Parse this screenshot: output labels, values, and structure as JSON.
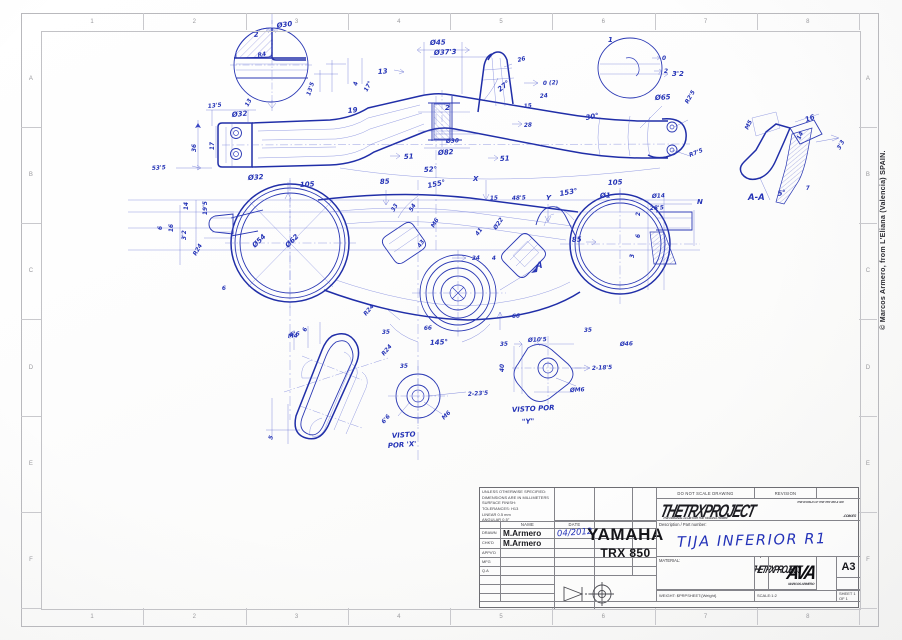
{
  "document": {
    "type": "engineering-drawing",
    "sheet_size": "A3",
    "orientation": "landscape",
    "medium": "hand-drawn ink sketch on printed CAD title-block sheet",
    "ink_color": "#2a38b4",
    "paper_color": "#fdfdfd"
  },
  "frame": {
    "zones_top": [
      "1",
      "2",
      "3",
      "4",
      "5",
      "6",
      "7",
      "8"
    ],
    "zones_bottom": [
      "1",
      "2",
      "3",
      "4",
      "5",
      "6",
      "7",
      "8"
    ],
    "zones_left": [
      "A",
      "B",
      "C",
      "D",
      "E",
      "F"
    ],
    "zones_right": [
      "A",
      "B",
      "C",
      "D",
      "E",
      "F"
    ]
  },
  "title_block": {
    "spec_note_lines": [
      "UNLESS OTHERWISE SPECIFIED:",
      "DIMENSIONS ARE IN MILLIMETERS",
      "SURFACE FINISH:",
      "TOLERANCES: H13",
      "   LINEAR  0.5 mm",
      "   ANGULAR 0.5°"
    ],
    "do_not_scale": "DO NOT SCALE DRAWING",
    "revision_label": "REVISION",
    "revision_value": "",
    "col_headers": {
      "name": "NAME",
      "date": "DATE"
    },
    "rows": [
      {
        "role": "DRAWN",
        "name": "M.Armero",
        "date": "04/2012"
      },
      {
        "role": "CHK'D",
        "name": "M.Armero",
        "date": ""
      },
      {
        "role": "APPV'D",
        "name": "",
        "date": ""
      },
      {
        "role": "MFG",
        "name": "",
        "date": ""
      },
      {
        "role": "Q.A",
        "name": "",
        "date": ""
      }
    ],
    "brand_line1": "YAMAHA",
    "brand_line2": "TRX 850",
    "description_label": "Description / Part number:",
    "description_value": "TIJA  INFERIOR  R1",
    "material_label": "MATERIAL:",
    "material_value": "",
    "weight_label": "WEIGHT: $PRPSHEET:{Weight}",
    "scale_label": "SCALE:1:2",
    "sheet_label": "SHEET 1 OF 1",
    "sheet_size_badge": "A3",
    "project_logo": "THETRXPROJECT",
    "project_logo_sub": "THE ORIGINAL CLUB FOR THE YAMAHA TRX850",
    "project_logo_tag": "THE WORLD OF THE TRX 850 & 900",
    "project_logo_domain": ".COM.ES",
    "author_logo": "AVA",
    "author_logo_sub": "MARCOS ARMERO",
    "copyright": "© Marcos Armero, from L'Eliana (Valencia) SPAIN."
  },
  "views": [
    {
      "id": "detail-2",
      "name": "Detail 2 — enlarged bore section",
      "balloon": "2",
      "callouts": [
        "Ø30",
        "Ø32",
        "R4",
        "13'5",
        "4"
      ]
    },
    {
      "id": "top-view",
      "name": "Top / plan view of lower triple clamp (tija inferior)",
      "callouts": [
        "13'5",
        "13",
        "36",
        "17",
        "53'5",
        "Ø32",
        "19",
        "13",
        "27°",
        "30°",
        "51",
        "Ø45",
        "Ø37'3",
        "Ø30",
        "Ø82",
        "52°",
        "26",
        "24",
        "15",
        "0 (2)",
        "28",
        "51",
        "85",
        "Ø65",
        "R2'5",
        "R7'5",
        "Ø1",
        "3'2",
        "105",
        "2"
      ]
    },
    {
      "id": "detail-1",
      "name": "Detail 1 — enlarged stem end",
      "balloon": "1",
      "callouts": [
        "0",
        "2",
        "3'2"
      ]
    },
    {
      "id": "main-view",
      "name": "Main front elevation of triple clamp",
      "callouts": [
        "Ø32",
        "105",
        "85",
        "155°",
        "X",
        "15",
        "Ø54",
        "Ø62",
        "M6",
        "M8",
        "54",
        "33",
        "43",
        "41",
        "34",
        "4",
        "Ø22",
        "48'5",
        "Y",
        "153°",
        "Ø14",
        "28'5",
        "N",
        "85",
        "2",
        "66",
        "R45",
        "R24",
        "35",
        "35",
        "66",
        "145°",
        "6",
        "16",
        "19'5",
        "14",
        "6",
        "3'2",
        "Ø46"
      ]
    },
    {
      "id": "view-x",
      "name": "View X — boss detail",
      "label": "VISTO POR 'X'",
      "callouts": [
        "2-23'5",
        "M6",
        "6'6"
      ]
    },
    {
      "id": "view-y",
      "name": "View Y — clamp lug detail",
      "label": "VISTO POR \"Y\"",
      "callouts": [
        "Ø10'5",
        "2-18'5",
        "ØM6",
        "35",
        "40"
      ]
    },
    {
      "id": "section-aa",
      "name": "Section A-A — clamp arm cross section",
      "label": "A-A",
      "callouts": [
        "16",
        "14",
        "M5",
        "5°",
        "3'3",
        "7"
      ]
    },
    {
      "id": "lower-left-detail",
      "name": "Lower-left isometric of clamp sleeve",
      "callouts": [
        "6",
        "5",
        "M4",
        "R24",
        "35",
        "6'6"
      ]
    }
  ],
  "annotations": {
    "view_x_label": "VISTO POR 'X'",
    "view_y_label": "VISTO POR \"Y\"",
    "section_label": "A-A",
    "balloon_1": "1",
    "balloon_2": "2",
    "arrow_a": "A",
    "arrow_x": "X",
    "arrow_y": "Y",
    "arrow_n": "N"
  }
}
